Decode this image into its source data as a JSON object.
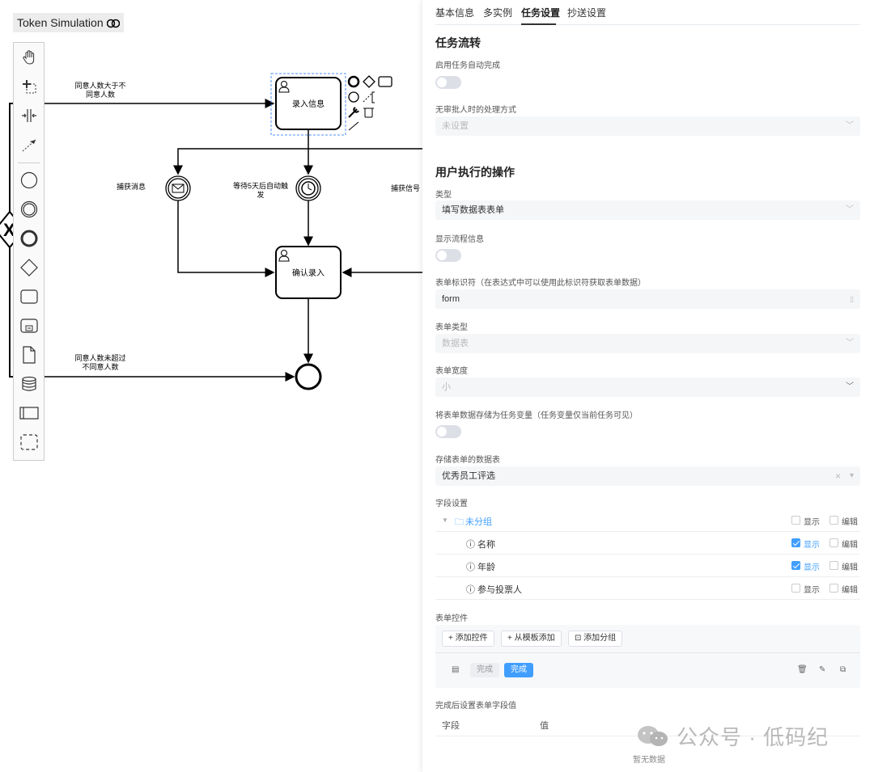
{
  "canvas": {
    "token_simulation": "Token Simulation",
    "diagram": {
      "task_entry": "录入信息",
      "task_confirm": "确认录入",
      "flow_top_line1": "同意人数大于不",
      "flow_top_line2": "同意人数",
      "flow_bottom_line1": "同意人数未超过",
      "flow_bottom_line2": "不同意人数",
      "event_message": "捕获消息",
      "event_timer_line1": "等待5天后自动触",
      "event_timer_line2": "发",
      "event_signal": "捕获信号"
    }
  },
  "panel": {
    "tabs": [
      "基本信息",
      "多实例",
      "任务设置",
      "抄送设置"
    ],
    "active_tab": "任务设置",
    "task_flow": {
      "title": "任务流转",
      "auto_complete_label": "启用任务自动完成",
      "no_approver_label": "无审批人时的处理方式",
      "no_approver_value": "未设置"
    },
    "user_action": {
      "title": "用户执行的操作",
      "type_label": "类型",
      "type_value": "填写数据表表单",
      "show_flow_label": "显示流程信息",
      "form_key_label": "表单标识符（在表达式中可以使用此标识符获取表单数据）",
      "form_key_value": "form",
      "form_type_label": "表单类型",
      "form_type_value": "数据表",
      "form_width_label": "表单宽度",
      "form_width_value": "小",
      "store_var_label": "将表单数据存储为任务变量（任务变量仅当前任务可见）",
      "store_table_label": "存储表单的数据表",
      "store_table_value": "优秀员工评选",
      "field_settings_label": "字段设置",
      "group_name": "未分组",
      "show_label": "显示",
      "edit_label": "编辑",
      "fields": [
        {
          "name": "名称",
          "show": true,
          "edit": false
        },
        {
          "name": "年龄",
          "show": true,
          "edit": false
        },
        {
          "name": "参与投票人",
          "show": false,
          "edit": false
        }
      ],
      "form_controls_label": "表单控件",
      "add_control": "+ 添加控件",
      "add_from_template": "+ 从模板添加",
      "add_group": "添加分组",
      "btn_complete_grey": "完成",
      "btn_complete_blue": "完成",
      "after_complete_label": "完成后设置表单字段值",
      "col_field": "字段",
      "col_value": "值",
      "no_data": "暂无数据"
    }
  },
  "watermark": "公众号 · 低码纪",
  "colors": {
    "accent": "#409eff",
    "switch_off": "#dcdfe6",
    "input_bg": "#f5f6f8"
  }
}
